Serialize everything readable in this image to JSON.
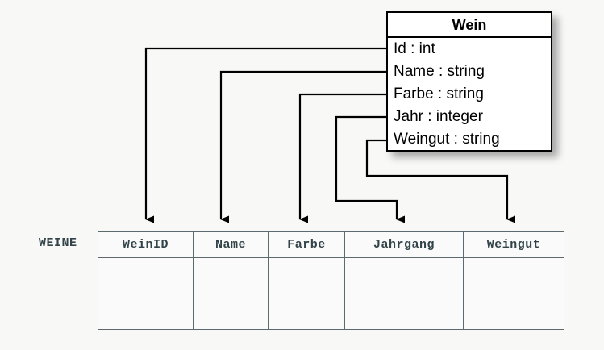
{
  "diagram": {
    "title": "UML class to relational table mapping",
    "background_color": "#f8f8f7",
    "line_color": "#000000",
    "table_text_color": "#32444a"
  },
  "uml_class": {
    "name": "Wein",
    "attributes": [
      {
        "label": "Id : int",
        "name": "Id",
        "type": "int"
      },
      {
        "label": "Name : string",
        "name": "Name",
        "type": "string"
      },
      {
        "label": "Farbe : string",
        "name": "Farbe",
        "type": "string"
      },
      {
        "label": "Jahr : integer",
        "name": "Jahr",
        "type": "integer"
      },
      {
        "label": "Weingut : string",
        "name": "Weingut",
        "type": "string"
      }
    ]
  },
  "relational_table": {
    "label": "WEINE",
    "columns": [
      {
        "header": "WeinID"
      },
      {
        "header": "Name"
      },
      {
        "header": "Farbe"
      },
      {
        "header": "Jahrgang"
      },
      {
        "header": "Weingut"
      }
    ],
    "rows": [
      [
        "",
        "",
        "",
        "",
        ""
      ]
    ]
  },
  "mappings": [
    {
      "from": "Id",
      "to": "WeinID"
    },
    {
      "from": "Name",
      "to": "Name"
    },
    {
      "from": "Farbe",
      "to": "Farbe"
    },
    {
      "from": "Jahr",
      "to": "Jahrgang"
    },
    {
      "from": "Weingut",
      "to": "Weingut"
    }
  ]
}
